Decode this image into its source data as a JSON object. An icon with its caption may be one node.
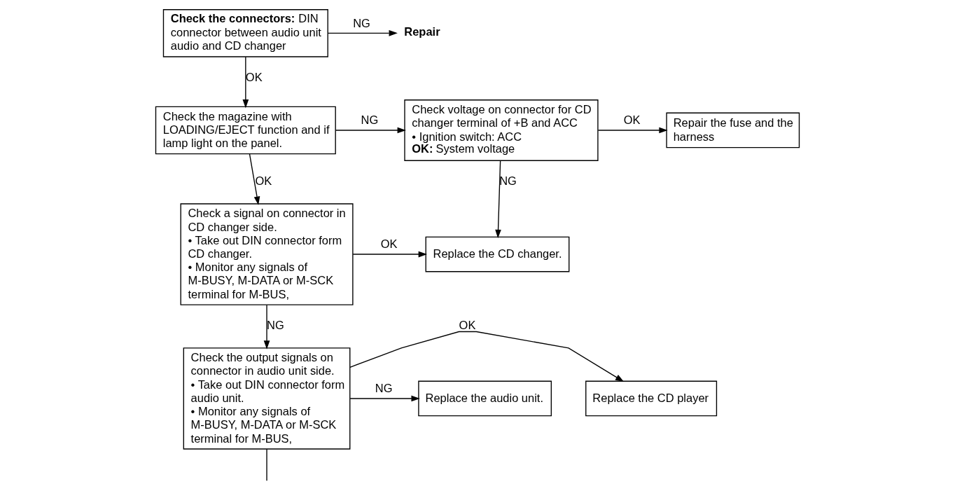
{
  "diagram": {
    "nodes": [
      {
        "text": [
          "**Check the connectors:** DIN connector between audio unit audio and CD changer"
        ]
      },
      {
        "text": [
          "Repair"
        ]
      },
      {
        "text": [
          "Check the magazine with LOADING/EJECT function and if lamp light on the panel."
        ]
      },
      {
        "text": [
          "Check voltage on connector for CD changer terminal of +B and ACC",
          "• Ignition switch: ACC",
          "**OK:** System voltage"
        ]
      },
      {
        "text": [
          "Repair the fuse and the harness"
        ]
      },
      {
        "text": [
          "Check a signal on connector in CD changer side.",
          "• Take out DIN connector form CD changer.",
          "• Monitor any signals of M-BUSY, M-DATA or M-SCK terminal for M-BUS,"
        ]
      },
      {
        "text": [
          "Replace the CD changer."
        ]
      },
      {
        "text": [
          "Check the output signals on connector in audio unit side.",
          "• Take out DIN connector form audio unit.",
          "• Monitor any signals of M-BUSY, M-DATA or M-SCK terminal for M-BUS,"
        ]
      },
      {
        "text": [
          "Replace the CD player"
        ]
      },
      {
        "text": [
          "Replace the audio unit."
        ]
      }
    ],
    "edges": [
      {
        "from": 0,
        "to": 1,
        "arrow": "to",
        "label": "NG"
      },
      {
        "from": 0,
        "to": 2,
        "arrow": "to",
        "label": "OK"
      },
      {
        "from": 2,
        "to": 3,
        "arrow": "to",
        "label": "NG"
      },
      {
        "from": 3,
        "to": 4,
        "arrow": "to",
        "label": "OK"
      },
      {
        "from": 3,
        "to": 6,
        "arrow": "to",
        "label": "NG"
      },
      {
        "from": 2,
        "to": 5,
        "arrow": "to",
        "label": "OK"
      },
      {
        "from": 5,
        "to": 6,
        "arrow": "to",
        "label": "OK"
      },
      {
        "from": 5,
        "to": 7,
        "arrow": "to",
        "label": "NG"
      },
      {
        "from": 7,
        "to": 8,
        "arrow": "to",
        "label": "OK"
      },
      {
        "from": 7,
        "to": 9,
        "arrow": "to",
        "label": "NG"
      },
      {
        "from": 7,
        "to": null,
        "arrow": "none"
      }
    ]
  }
}
